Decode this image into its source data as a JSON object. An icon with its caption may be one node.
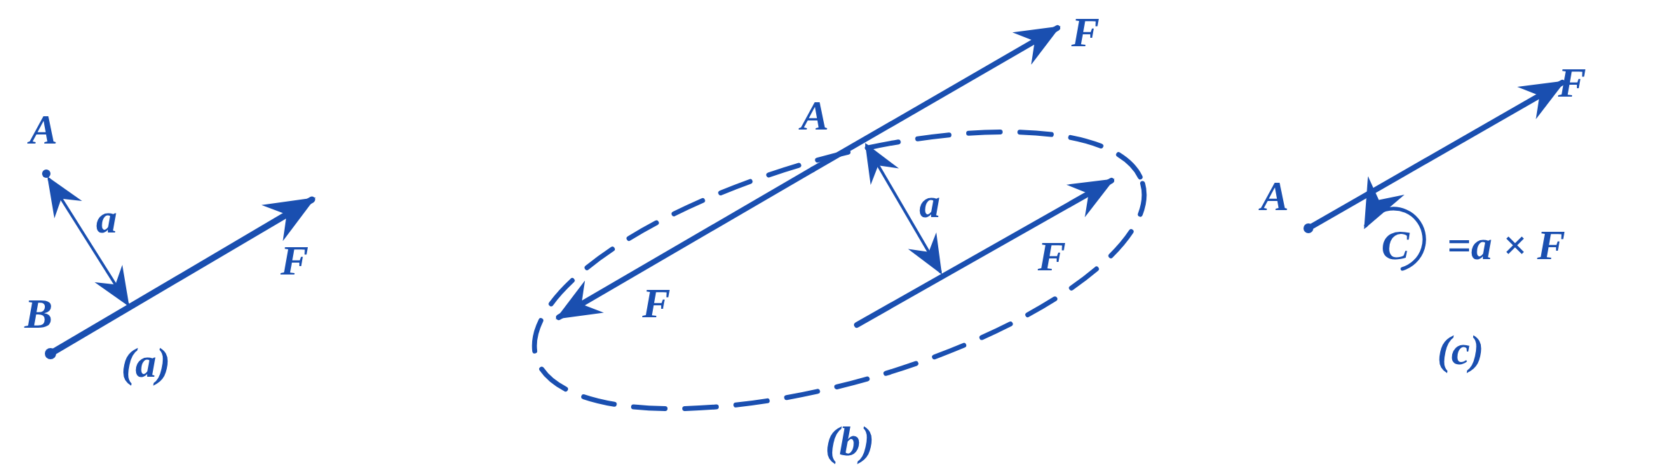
{
  "diagram": {
    "labels": [
      "A",
      "a",
      "B",
      "F",
      "(a)",
      "A",
      "F",
      "a",
      "F",
      "F",
      "(b)",
      "A",
      "F",
      "C",
      "=a × F",
      "(c)"
    ]
  }
}
